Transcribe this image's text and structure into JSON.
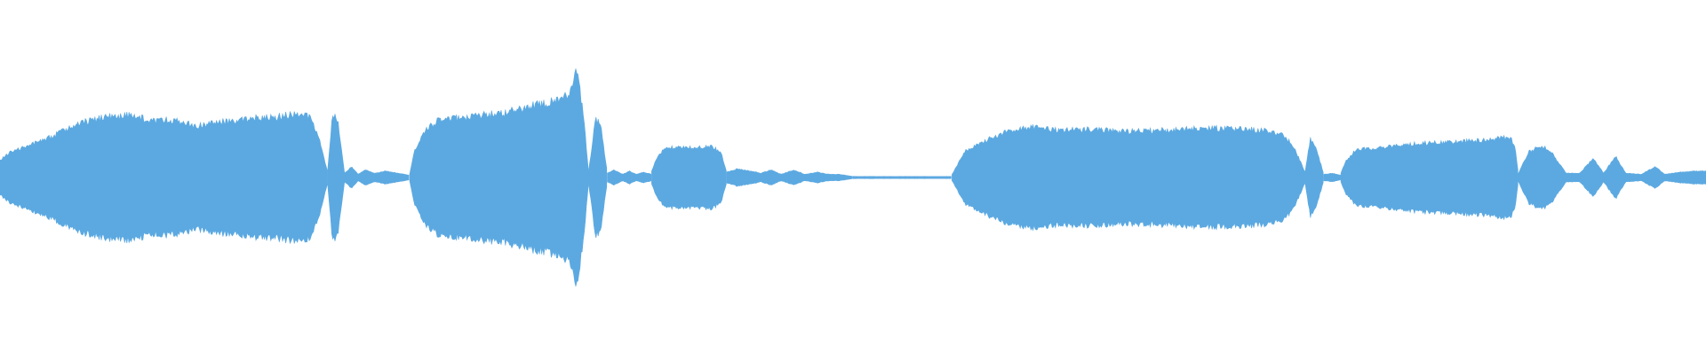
{
  "waveform": {
    "color": "#5ca9e1",
    "background": "#ffffff",
    "normalized_duration": 1.0,
    "segments": [
      {
        "name": "phrase-1",
        "start": 0.0,
        "end": 0.192,
        "envelope": [
          [
            0.0,
            0.16
          ],
          [
            0.006,
            0.24
          ],
          [
            0.014,
            0.28
          ],
          [
            0.03,
            0.38
          ],
          [
            0.045,
            0.5
          ],
          [
            0.06,
            0.56
          ],
          [
            0.075,
            0.58
          ],
          [
            0.09,
            0.53
          ],
          [
            0.1,
            0.54
          ],
          [
            0.115,
            0.48
          ],
          [
            0.13,
            0.52
          ],
          [
            0.145,
            0.55
          ],
          [
            0.16,
            0.56
          ],
          [
            0.172,
            0.59
          ],
          [
            0.182,
            0.58
          ],
          [
            0.188,
            0.32
          ],
          [
            0.192,
            0.05
          ]
        ]
      },
      {
        "name": "pulse-1",
        "start": 0.192,
        "end": 0.202,
        "envelope": [
          [
            0.192,
            0.05
          ],
          [
            0.195,
            0.6
          ],
          [
            0.198,
            0.55
          ],
          [
            0.202,
            0.04
          ]
        ]
      },
      {
        "name": "ripple-1",
        "start": 0.202,
        "end": 0.24,
        "envelope": [
          [
            0.202,
            0.04
          ],
          [
            0.206,
            0.1
          ],
          [
            0.21,
            0.03
          ],
          [
            0.214,
            0.07
          ],
          [
            0.22,
            0.04
          ],
          [
            0.226,
            0.06
          ],
          [
            0.234,
            0.04
          ],
          [
            0.24,
            0.02
          ]
        ]
      },
      {
        "name": "phrase-2",
        "start": 0.24,
        "end": 0.345,
        "envelope": [
          [
            0.24,
            0.02
          ],
          [
            0.243,
            0.25
          ],
          [
            0.25,
            0.45
          ],
          [
            0.258,
            0.55
          ],
          [
            0.27,
            0.56
          ],
          [
            0.28,
            0.58
          ],
          [
            0.295,
            0.6
          ],
          [
            0.31,
            0.66
          ],
          [
            0.325,
            0.72
          ],
          [
            0.333,
            0.78
          ],
          [
            0.338,
            1.0
          ],
          [
            0.342,
            0.6
          ],
          [
            0.345,
            0.05
          ]
        ]
      },
      {
        "name": "pulse-2",
        "start": 0.345,
        "end": 0.356,
        "envelope": [
          [
            0.345,
            0.05
          ],
          [
            0.349,
            0.55
          ],
          [
            0.352,
            0.5
          ],
          [
            0.356,
            0.04
          ]
        ]
      },
      {
        "name": "ripple-2",
        "start": 0.356,
        "end": 0.382,
        "envelope": [
          [
            0.356,
            0.04
          ],
          [
            0.36,
            0.07
          ],
          [
            0.365,
            0.03
          ],
          [
            0.369,
            0.06
          ],
          [
            0.373,
            0.03
          ],
          [
            0.377,
            0.05
          ],
          [
            0.382,
            0.03
          ]
        ]
      },
      {
        "name": "block-1",
        "start": 0.382,
        "end": 0.426,
        "envelope": [
          [
            0.382,
            0.06
          ],
          [
            0.386,
            0.22
          ],
          [
            0.392,
            0.28
          ],
          [
            0.405,
            0.28
          ],
          [
            0.418,
            0.29
          ],
          [
            0.423,
            0.22
          ],
          [
            0.426,
            0.05
          ]
        ]
      },
      {
        "name": "ripple-3",
        "start": 0.426,
        "end": 0.5,
        "envelope": [
          [
            0.426,
            0.05
          ],
          [
            0.432,
            0.08
          ],
          [
            0.44,
            0.06
          ],
          [
            0.446,
            0.04
          ],
          [
            0.452,
            0.07
          ],
          [
            0.458,
            0.03
          ],
          [
            0.465,
            0.07
          ],
          [
            0.472,
            0.03
          ],
          [
            0.479,
            0.05
          ],
          [
            0.486,
            0.03
          ],
          [
            0.492,
            0.03
          ],
          [
            0.5,
            0.01
          ]
        ]
      },
      {
        "name": "silence",
        "start": 0.5,
        "end": 0.558,
        "envelope": [
          [
            0.5,
            0.01
          ],
          [
            0.558,
            0.01
          ]
        ]
      },
      {
        "name": "phrase-3",
        "start": 0.558,
        "end": 0.765,
        "envelope": [
          [
            0.558,
            0.03
          ],
          [
            0.562,
            0.14
          ],
          [
            0.566,
            0.25
          ],
          [
            0.575,
            0.33
          ],
          [
            0.59,
            0.43
          ],
          [
            0.605,
            0.47
          ],
          [
            0.62,
            0.44
          ],
          [
            0.64,
            0.45
          ],
          [
            0.66,
            0.43
          ],
          [
            0.68,
            0.44
          ],
          [
            0.7,
            0.46
          ],
          [
            0.72,
            0.46
          ],
          [
            0.74,
            0.44
          ],
          [
            0.752,
            0.4
          ],
          [
            0.758,
            0.3
          ],
          [
            0.765,
            0.05
          ]
        ]
      },
      {
        "name": "pulse-3",
        "start": 0.765,
        "end": 0.776,
        "envelope": [
          [
            0.765,
            0.05
          ],
          [
            0.768,
            0.36
          ],
          [
            0.771,
            0.3
          ],
          [
            0.776,
            0.03
          ]
        ]
      },
      {
        "name": "ripple-4",
        "start": 0.776,
        "end": 0.786,
        "envelope": [
          [
            0.776,
            0.03
          ],
          [
            0.781,
            0.04
          ],
          [
            0.786,
            0.02
          ]
        ]
      },
      {
        "name": "phrase-4",
        "start": 0.786,
        "end": 0.89,
        "envelope": [
          [
            0.786,
            0.04
          ],
          [
            0.789,
            0.16
          ],
          [
            0.795,
            0.26
          ],
          [
            0.81,
            0.28
          ],
          [
            0.83,
            0.32
          ],
          [
            0.85,
            0.33
          ],
          [
            0.87,
            0.35
          ],
          [
            0.885,
            0.38
          ],
          [
            0.888,
            0.3
          ],
          [
            0.89,
            0.04
          ]
        ]
      },
      {
        "name": "tail",
        "start": 0.89,
        "end": 1.0,
        "envelope": [
          [
            0.89,
            0.04
          ],
          [
            0.896,
            0.24
          ],
          [
            0.904,
            0.3
          ],
          [
            0.91,
            0.22
          ],
          [
            0.918,
            0.04
          ],
          [
            0.926,
            0.04
          ],
          [
            0.934,
            0.18
          ],
          [
            0.94,
            0.04
          ],
          [
            0.947,
            0.2
          ],
          [
            0.953,
            0.04
          ],
          [
            0.962,
            0.03
          ],
          [
            0.97,
            0.1
          ],
          [
            0.976,
            0.03
          ],
          [
            0.985,
            0.05
          ],
          [
            0.993,
            0.06
          ],
          [
            1.0,
            0.06
          ]
        ]
      }
    ]
  }
}
